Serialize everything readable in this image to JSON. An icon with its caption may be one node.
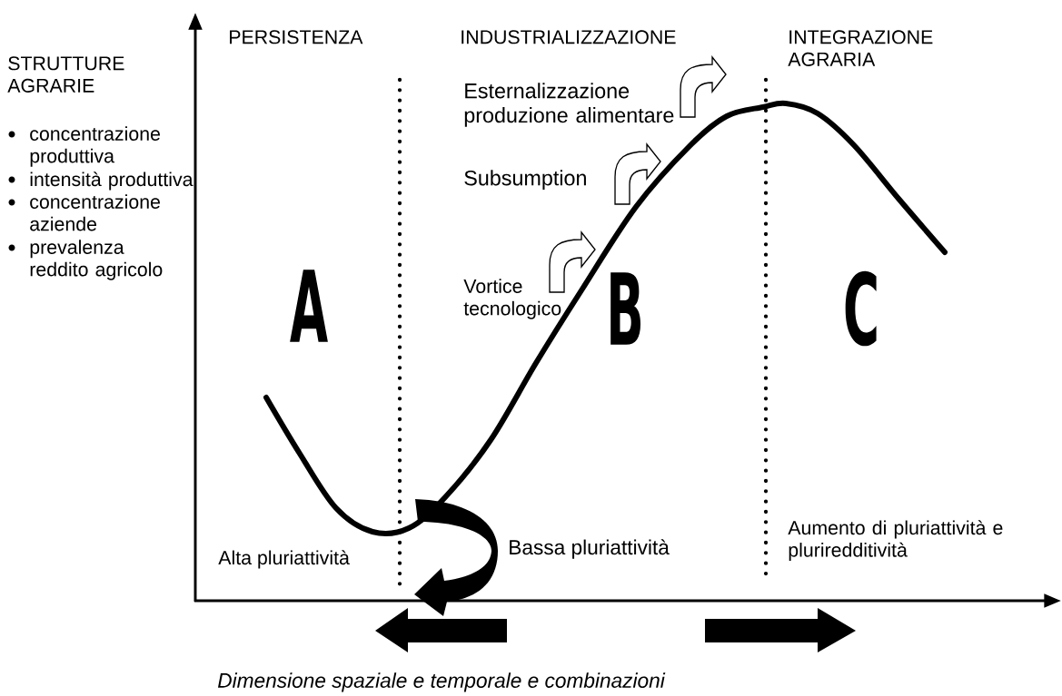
{
  "diagram": {
    "caption": "Dimensione spaziale e temporale e combinazioni",
    "labels": [
      "STRUTTURE AGRARIE",
      "concentrazione produttiva",
      "intensità produttiva",
      "concentrazione aziende",
      "prevalenza reddito agricolo",
      "PERSISTENZA",
      "INDUSTRIALIZZAZIONE",
      "INTEGRAZIONE AGRARIA",
      "Esternalizzazione produzione alimentare",
      "Subsumption",
      "Vortice tecnologico",
      "A",
      "B",
      "C",
      "Alta pluriattività",
      "Bassa pluriattività",
      "Aumento di pluriattività e pluriredditività"
    ]
  }
}
